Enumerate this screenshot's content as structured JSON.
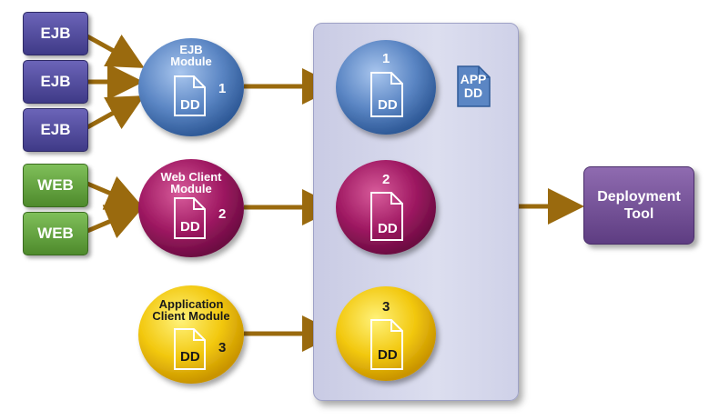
{
  "sources": {
    "ejb": [
      "EJB",
      "EJB",
      "EJB"
    ],
    "web": [
      "WEB",
      "WEB"
    ]
  },
  "modules": {
    "ejb": {
      "title_line1": "EJB",
      "title_line2": "Module",
      "number": "1",
      "doc": "DD"
    },
    "web": {
      "title_line1": "Web Client",
      "title_line2": "Module",
      "number": "2",
      "doc": "DD"
    },
    "client": {
      "title_line1": "Application",
      "title_line2": "Client Module",
      "number": "3",
      "doc": "DD"
    }
  },
  "application": {
    "items": [
      {
        "number": "1",
        "doc": "DD"
      },
      {
        "number": "2",
        "doc": "DD"
      },
      {
        "number": "3",
        "doc": "DD"
      }
    ],
    "app_dd_line1": "APP",
    "app_dd_line2": "DD"
  },
  "deployment_tool": {
    "line1": "Deployment",
    "line2": "Tool"
  },
  "colors": {
    "ejb": "#4a4494",
    "web": "#5b9a38",
    "module_blue": "#5b86c4",
    "module_magenta": "#a01a63",
    "module_yellow": "#f2c80f",
    "arrow": "#9a6a0e",
    "deploy": "#6e4b93"
  }
}
